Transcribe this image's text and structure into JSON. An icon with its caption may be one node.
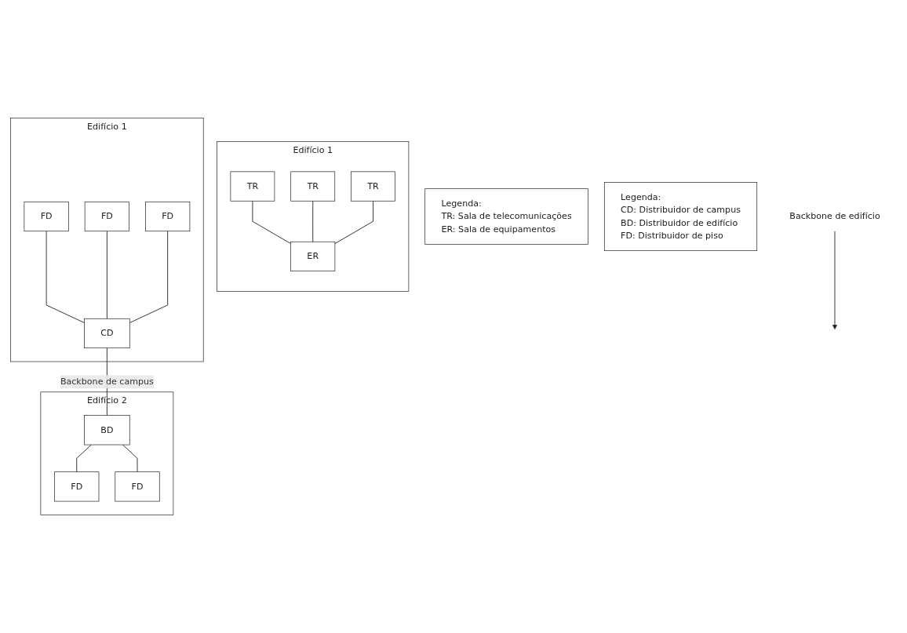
{
  "diagram": {
    "nodes": [
      {
        "text": [
          "Edifício 1"
        ]
      },
      {
        "text": [
          "TR"
        ],
        "in": 0
      },
      {
        "text": [
          "TR"
        ],
        "in": 0
      },
      {
        "text": [
          "TR"
        ],
        "in": 0
      },
      {
        "text": [
          "ER"
        ],
        "in": 0
      },
      {
        "text": [
          "Legenda:",
          "TR: Sala de telecomunicações",
          "ER: Sala de equipamentos"
        ]
      },
      {
        "text": [
          "Edifício 1"
        ]
      },
      {
        "text": [
          "FD"
        ],
        "in": 6
      },
      {
        "text": [
          "FD"
        ],
        "in": 6
      },
      {
        "text": [
          "FD"
        ],
        "in": 6
      },
      {
        "text": [
          "CD"
        ],
        "in": 6
      },
      {
        "text": [
          "Legenda:",
          "CD: Distribuidor de campus",
          "BD: Distribuidor de edifício",
          "FD: Distribuidor de piso"
        ]
      },
      {
        "text": [
          "Edifício 2"
        ]
      },
      {
        "text": [
          "FD"
        ],
        "in": 12
      },
      {
        "text": [
          "FD"
        ],
        "in": 12
      },
      {
        "text": [
          "BD"
        ],
        "in": 12
      },
      {
        "text": [
          "Backbone de edifício"
        ]
      }
    ],
    "edges": [
      {
        "from": 1,
        "to": 4,
        "arrow": "none"
      },
      {
        "from": 2,
        "to": 4,
        "arrow": "none"
      },
      {
        "from": 3,
        "to": 4,
        "arrow": "none"
      },
      {
        "from": 16,
        "to": null,
        "arrow": "to"
      },
      {
        "from": 7,
        "to": 10,
        "arrow": "none"
      },
      {
        "from": 8,
        "to": 10,
        "arrow": "none"
      },
      {
        "from": 9,
        "to": 10,
        "arrow": "none"
      },
      {
        "from": 10,
        "to": 15,
        "arrow": "none",
        "label": "Backbone de campus"
      },
      {
        "from": 15,
        "to": 13,
        "arrow": "none"
      },
      {
        "from": 15,
        "to": 14,
        "arrow": "none"
      }
    ]
  }
}
